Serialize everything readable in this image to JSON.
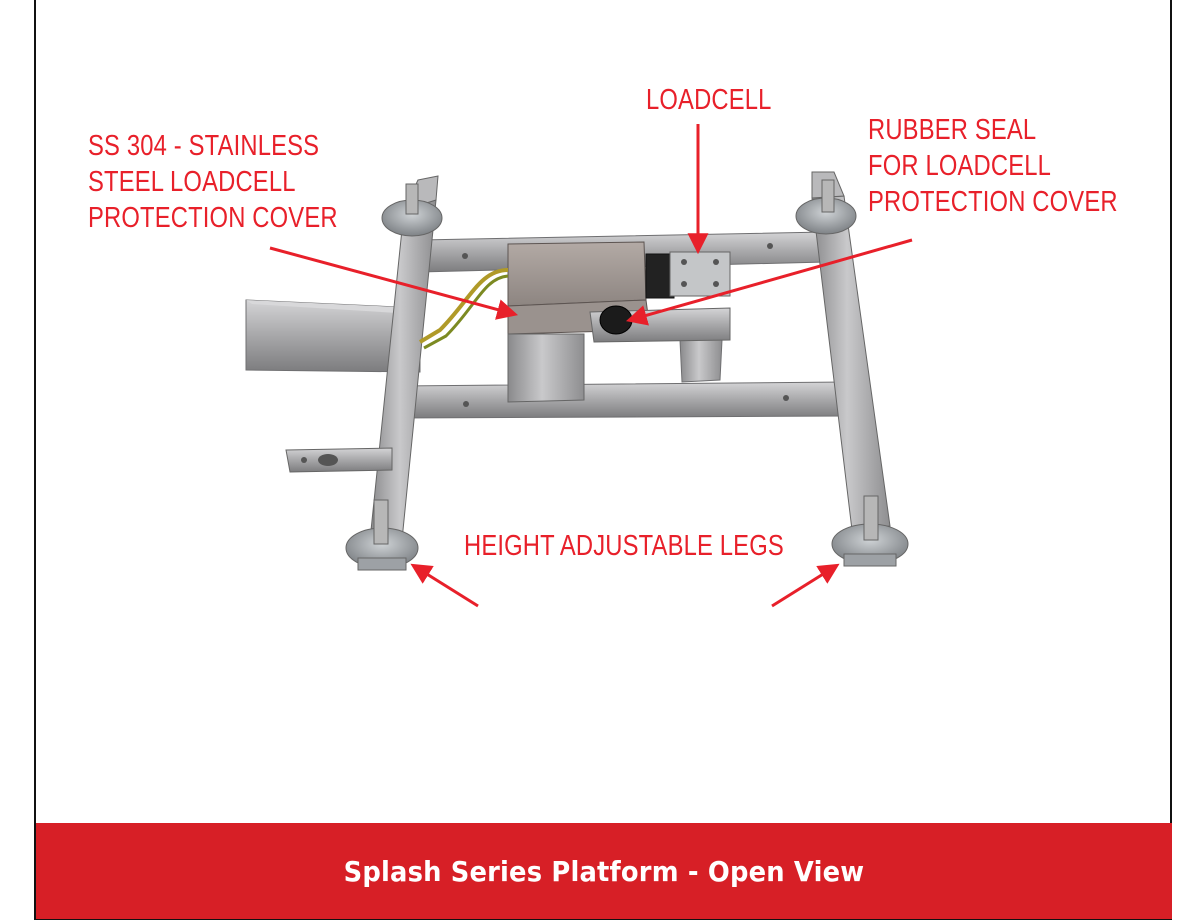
{
  "callouts": {
    "loadcell": "LOADCELL",
    "ss_cover": [
      "SS 304 - STAINLESS",
      "STEEL LOADCELL",
      "PROTECTION COVER"
    ],
    "rubber_seal": [
      "RUBBER SEAL",
      "FOR LOADCELL",
      "PROTECTION COVER"
    ],
    "legs": "HEIGHT ADJUSTABLE LEGS"
  },
  "footer": {
    "title": "Splash Series Platform - Open View"
  },
  "colors": {
    "callout_red": "#e8202a",
    "footer_red": "#d71f26",
    "steel": "#a9a9aa"
  },
  "icons": [
    "arrow-icon"
  ]
}
